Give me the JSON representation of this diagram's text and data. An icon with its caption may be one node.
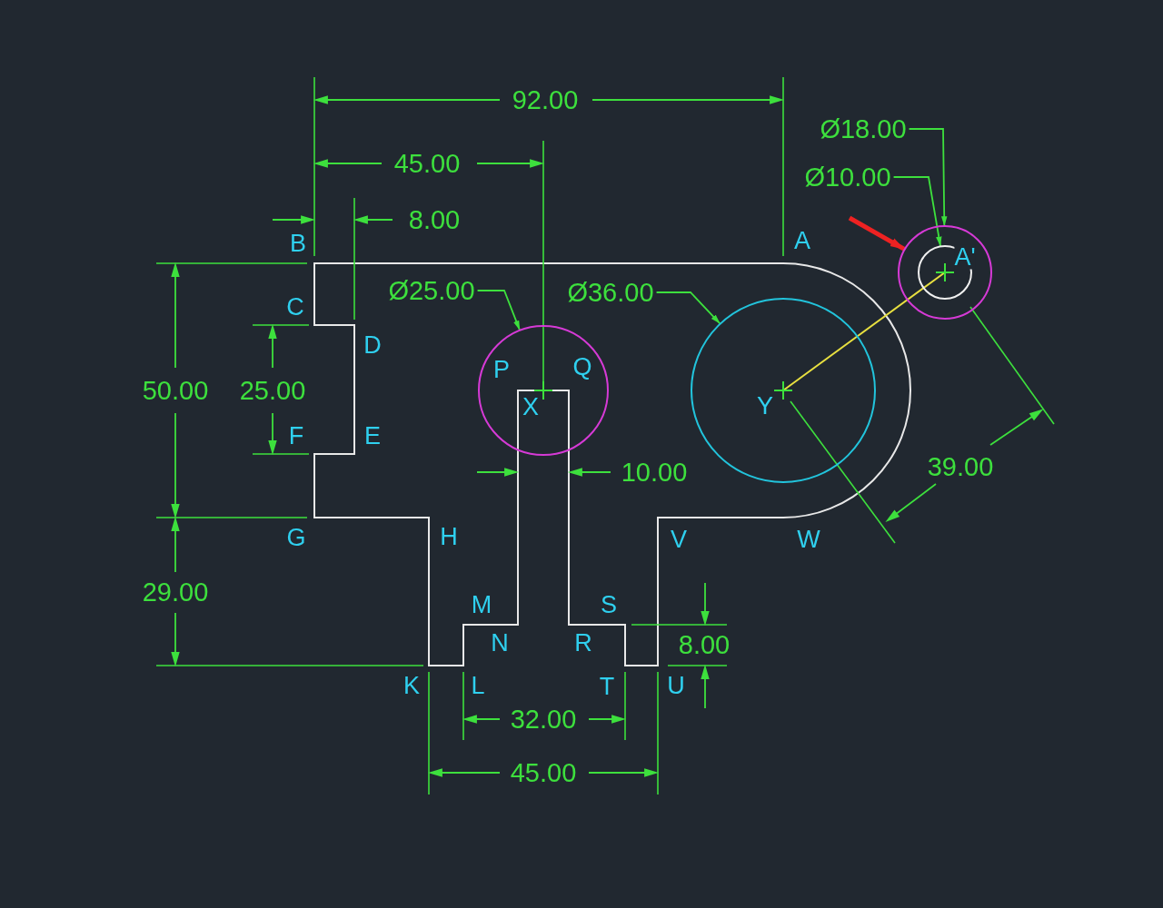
{
  "diagram": {
    "nodes": [
      {
        "text": [
          "Ø25.00"
        ]
      },
      {
        "text": [],
        "shape": "circle"
      },
      {
        "text": [
          "Ø36.00"
        ]
      },
      {
        "text": [],
        "shape": "circle"
      },
      {
        "text": [
          "Ø18.00"
        ]
      },
      {
        "text": [
          "Ø10.00"
        ]
      },
      {
        "text": [],
        "shape": "circle"
      },
      {
        "text": [],
        "shape": "circle",
        "in": 6
      }
    ],
    "edges": [
      {
        "from": 0,
        "to": 1,
        "arrow": "to"
      },
      {
        "from": 2,
        "to": 3,
        "arrow": "to"
      },
      {
        "from": 4,
        "to": 6,
        "arrow": "to"
      },
      {
        "from": 5,
        "to": 7,
        "arrow": "to"
      },
      {
        "from": null,
        "to": 6,
        "arrow": "to",
        "style": "thick",
        "color": "#ee2222"
      }
    ],
    "labels": [
      "92.00",
      "45.00",
      "8.00",
      "B",
      "A",
      "C",
      "D",
      "50.00",
      "25.00",
      "P",
      "Q",
      "X",
      "Y",
      "F",
      "E",
      "A'",
      "10.00",
      "39.00",
      "G",
      "H",
      "V",
      "W",
      "29.00",
      "M",
      "S",
      "N",
      "R",
      "8.00",
      "K",
      "L",
      "T",
      "U",
      "32.00",
      "45.00"
    ]
  }
}
